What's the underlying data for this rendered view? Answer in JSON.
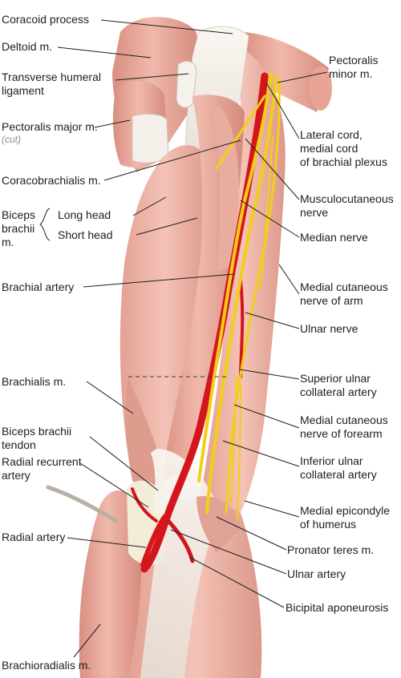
{
  "colors": {
    "muscle": "#e7a79a",
    "muscle_dark": "#c9796b",
    "tendon": "#f1ebe4",
    "artery": "#d4161c",
    "nerve": "#f2cf16",
    "leader": "#1e1e1e"
  },
  "labels": {
    "coracoid_process": "Coracoid process",
    "deltoid": "Deltoid m.",
    "transverse_humeral": [
      "Transverse humeral",
      "ligament"
    ],
    "pectoralis_major": "Pectoralis major m.",
    "pectoralis_major_note": "(cut)",
    "coracobrachialis": "Coracobrachialis m.",
    "biceps_brachii": [
      "Biceps",
      "brachii",
      "m."
    ],
    "long_head": "Long head",
    "short_head": "Short head",
    "brachial_artery": "Brachial artery",
    "brachialis": "Brachialis m.",
    "biceps_tendon": [
      "Biceps brachii",
      "tendon"
    ],
    "radial_recurrent": [
      "Radial recurrent",
      "artery"
    ],
    "radial_artery": "Radial artery",
    "brachioradialis": "Brachioradialis m.",
    "pectoralis_minor": [
      "Pectoralis",
      "minor m."
    ],
    "lateral_cord": [
      "Lateral cord,",
      "medial cord",
      "of brachial plexus"
    ],
    "musculocutaneous": [
      "Musculocutaneous",
      "nerve"
    ],
    "median_nerve": "Median nerve",
    "medial_cutaneous_arm": [
      "Medial cutaneous",
      "nerve of arm"
    ],
    "ulnar_nerve": "Ulnar nerve",
    "superior_ulnar": [
      "Superior ulnar",
      "collateral artery"
    ],
    "medial_cutaneous_forearm": [
      "Medial cutaneous",
      "nerve of forearm"
    ],
    "inferior_ulnar": [
      "Inferior ulnar",
      "collateral artery"
    ],
    "medial_epicondyle": [
      "Medial epicondyle",
      "of humerus"
    ],
    "pronator_teres": "Pronator teres m.",
    "ulnar_artery": "Ulnar artery",
    "bicipital_aponeurosis": "Bicipital aponeurosis"
  }
}
